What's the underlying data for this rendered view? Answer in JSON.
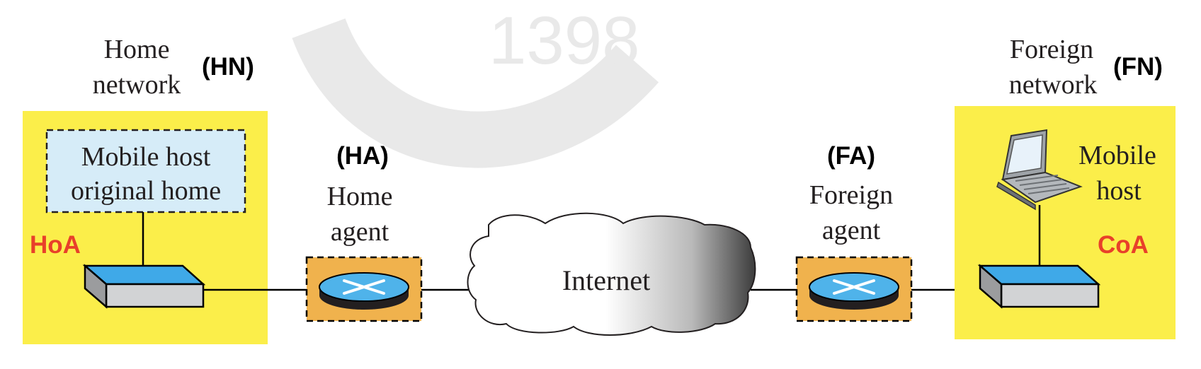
{
  "watermark": {
    "text": "1398"
  },
  "home_network": {
    "label_lines": [
      "Home",
      "network"
    ],
    "abbr": "(HN)",
    "original_home_lines": [
      "Mobile host",
      "original home"
    ],
    "address_label": "HoA"
  },
  "home_agent": {
    "abbr": "(HA)",
    "label_lines": [
      "Home",
      "agent"
    ]
  },
  "internet": {
    "label": "Internet"
  },
  "foreign_agent": {
    "abbr": "(FA)",
    "label_lines": [
      "Foreign",
      "agent"
    ]
  },
  "foreign_network": {
    "label_lines": [
      "Foreign",
      "network"
    ],
    "abbr": "(FN)",
    "mobile_host_lines": [
      "Mobile",
      "host"
    ],
    "address_label": "CoA"
  },
  "colors": {
    "network_area": "#fbee4a",
    "agent_box": "#f0b24d",
    "original_home_box": "#d6ecf8",
    "router_top": "#4fb3ea",
    "switch_top": "#3fa9e8",
    "switch_body": "#d2d3d5",
    "address_red": "#e8402a",
    "watermark": "#e9e9e9"
  }
}
